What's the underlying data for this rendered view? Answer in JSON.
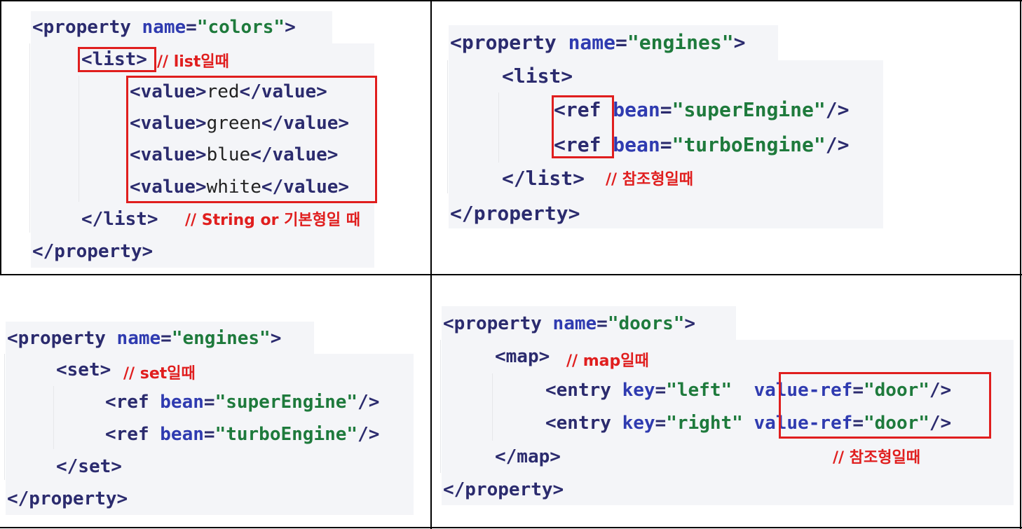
{
  "panels": {
    "list": {
      "lines": [
        {
          "parts": [
            [
              "tag",
              "<property "
            ],
            [
              "attr",
              "name"
            ],
            [
              "tag",
              "="
            ],
            [
              "str",
              "\"colors\""
            ],
            [
              "tag",
              ">"
            ]
          ]
        },
        {
          "parts": [
            [
              "tag",
              "<list>"
            ]
          ]
        },
        {
          "parts": [
            [
              "tag",
              "<value>"
            ],
            [
              "txt",
              "red"
            ],
            [
              "tag",
              "</value>"
            ]
          ]
        },
        {
          "parts": [
            [
              "tag",
              "<value>"
            ],
            [
              "txt",
              "green"
            ],
            [
              "tag",
              "</value>"
            ]
          ]
        },
        {
          "parts": [
            [
              "tag",
              "<value>"
            ],
            [
              "txt",
              "blue"
            ],
            [
              "tag",
              "</value>"
            ]
          ]
        },
        {
          "parts": [
            [
              "tag",
              "<value>"
            ],
            [
              "txt",
              "white"
            ],
            [
              "tag",
              "</value>"
            ]
          ]
        },
        {
          "parts": [
            [
              "tag",
              "</list>"
            ]
          ]
        },
        {
          "parts": [
            [
              "tag",
              "</property>"
            ]
          ]
        }
      ],
      "note_list": "// list일때",
      "note_string": "// String or 기본형일 때"
    },
    "ref_list": {
      "lines": [
        {
          "parts": [
            [
              "tag",
              "<property "
            ],
            [
              "attr",
              "name"
            ],
            [
              "tag",
              "="
            ],
            [
              "str",
              "\"engines\""
            ],
            [
              "tag",
              ">"
            ]
          ]
        },
        {
          "parts": [
            [
              "tag",
              "<list>"
            ]
          ]
        },
        {
          "parts": [
            [
              "tag",
              "<ref "
            ],
            [
              "attr",
              "bean"
            ],
            [
              "tag",
              "="
            ],
            [
              "str",
              "\"superEngine\""
            ],
            [
              "tag",
              "/>"
            ]
          ]
        },
        {
          "parts": [
            [
              "tag",
              "<ref "
            ],
            [
              "attr",
              "bean"
            ],
            [
              "tag",
              "="
            ],
            [
              "str",
              "\"turboEngine\""
            ],
            [
              "tag",
              "/>"
            ]
          ]
        },
        {
          "parts": [
            [
              "tag",
              "</list>"
            ]
          ]
        },
        {
          "parts": [
            [
              "tag",
              "</property>"
            ]
          ]
        }
      ],
      "note": "// 참조형일때"
    },
    "set": {
      "lines": [
        {
          "parts": [
            [
              "tag",
              "<property "
            ],
            [
              "attr",
              "name"
            ],
            [
              "tag",
              "="
            ],
            [
              "str",
              "\"engines\""
            ],
            [
              "tag",
              ">"
            ]
          ]
        },
        {
          "parts": [
            [
              "tag",
              "<set>"
            ]
          ]
        },
        {
          "parts": [
            [
              "tag",
              "<ref "
            ],
            [
              "attr",
              "bean"
            ],
            [
              "tag",
              "="
            ],
            [
              "str",
              "\"superEngine\""
            ],
            [
              "tag",
              "/>"
            ]
          ]
        },
        {
          "parts": [
            [
              "tag",
              "<ref "
            ],
            [
              "attr",
              "bean"
            ],
            [
              "tag",
              "="
            ],
            [
              "str",
              "\"turboEngine\""
            ],
            [
              "tag",
              "/>"
            ]
          ]
        },
        {
          "parts": [
            [
              "tag",
              "</set>"
            ]
          ]
        },
        {
          "parts": [
            [
              "tag",
              "</property>"
            ]
          ]
        }
      ],
      "note": "// set일때"
    },
    "map": {
      "lines": [
        {
          "parts": [
            [
              "tag",
              "<property "
            ],
            [
              "attr",
              "name"
            ],
            [
              "tag",
              "="
            ],
            [
              "str",
              "\"doors\""
            ],
            [
              "tag",
              ">"
            ]
          ]
        },
        {
          "parts": [
            [
              "tag",
              "<map>"
            ]
          ]
        },
        {
          "parts": [
            [
              "tag",
              "<entry "
            ],
            [
              "attr",
              "key"
            ],
            [
              "tag",
              "="
            ],
            [
              "str",
              "\"left\""
            ],
            [
              "tag",
              "  "
            ],
            [
              "attr",
              "value-ref"
            ],
            [
              "tag",
              "="
            ],
            [
              "str",
              "\"door\""
            ],
            [
              "tag",
              "/>"
            ]
          ]
        },
        {
          "parts": [
            [
              "tag",
              "<entry "
            ],
            [
              "attr",
              "key"
            ],
            [
              "tag",
              "="
            ],
            [
              "str",
              "\"right\""
            ],
            [
              "tag",
              " "
            ],
            [
              "attr",
              "value-ref"
            ],
            [
              "tag",
              "="
            ],
            [
              "str",
              "\"door\""
            ],
            [
              "tag",
              "/>"
            ]
          ]
        },
        {
          "parts": [
            [
              "tag",
              "</map>"
            ]
          ]
        },
        {
          "parts": [
            [
              "tag",
              "</property>"
            ]
          ]
        }
      ],
      "note_map": "// map일때",
      "note_ref": "// 참조형일때"
    }
  },
  "colors": {
    "tag": "#2b2b6e",
    "attr": "#2f3bb0",
    "string": "#1e7a3c",
    "highlight": "#e01e1e"
  }
}
